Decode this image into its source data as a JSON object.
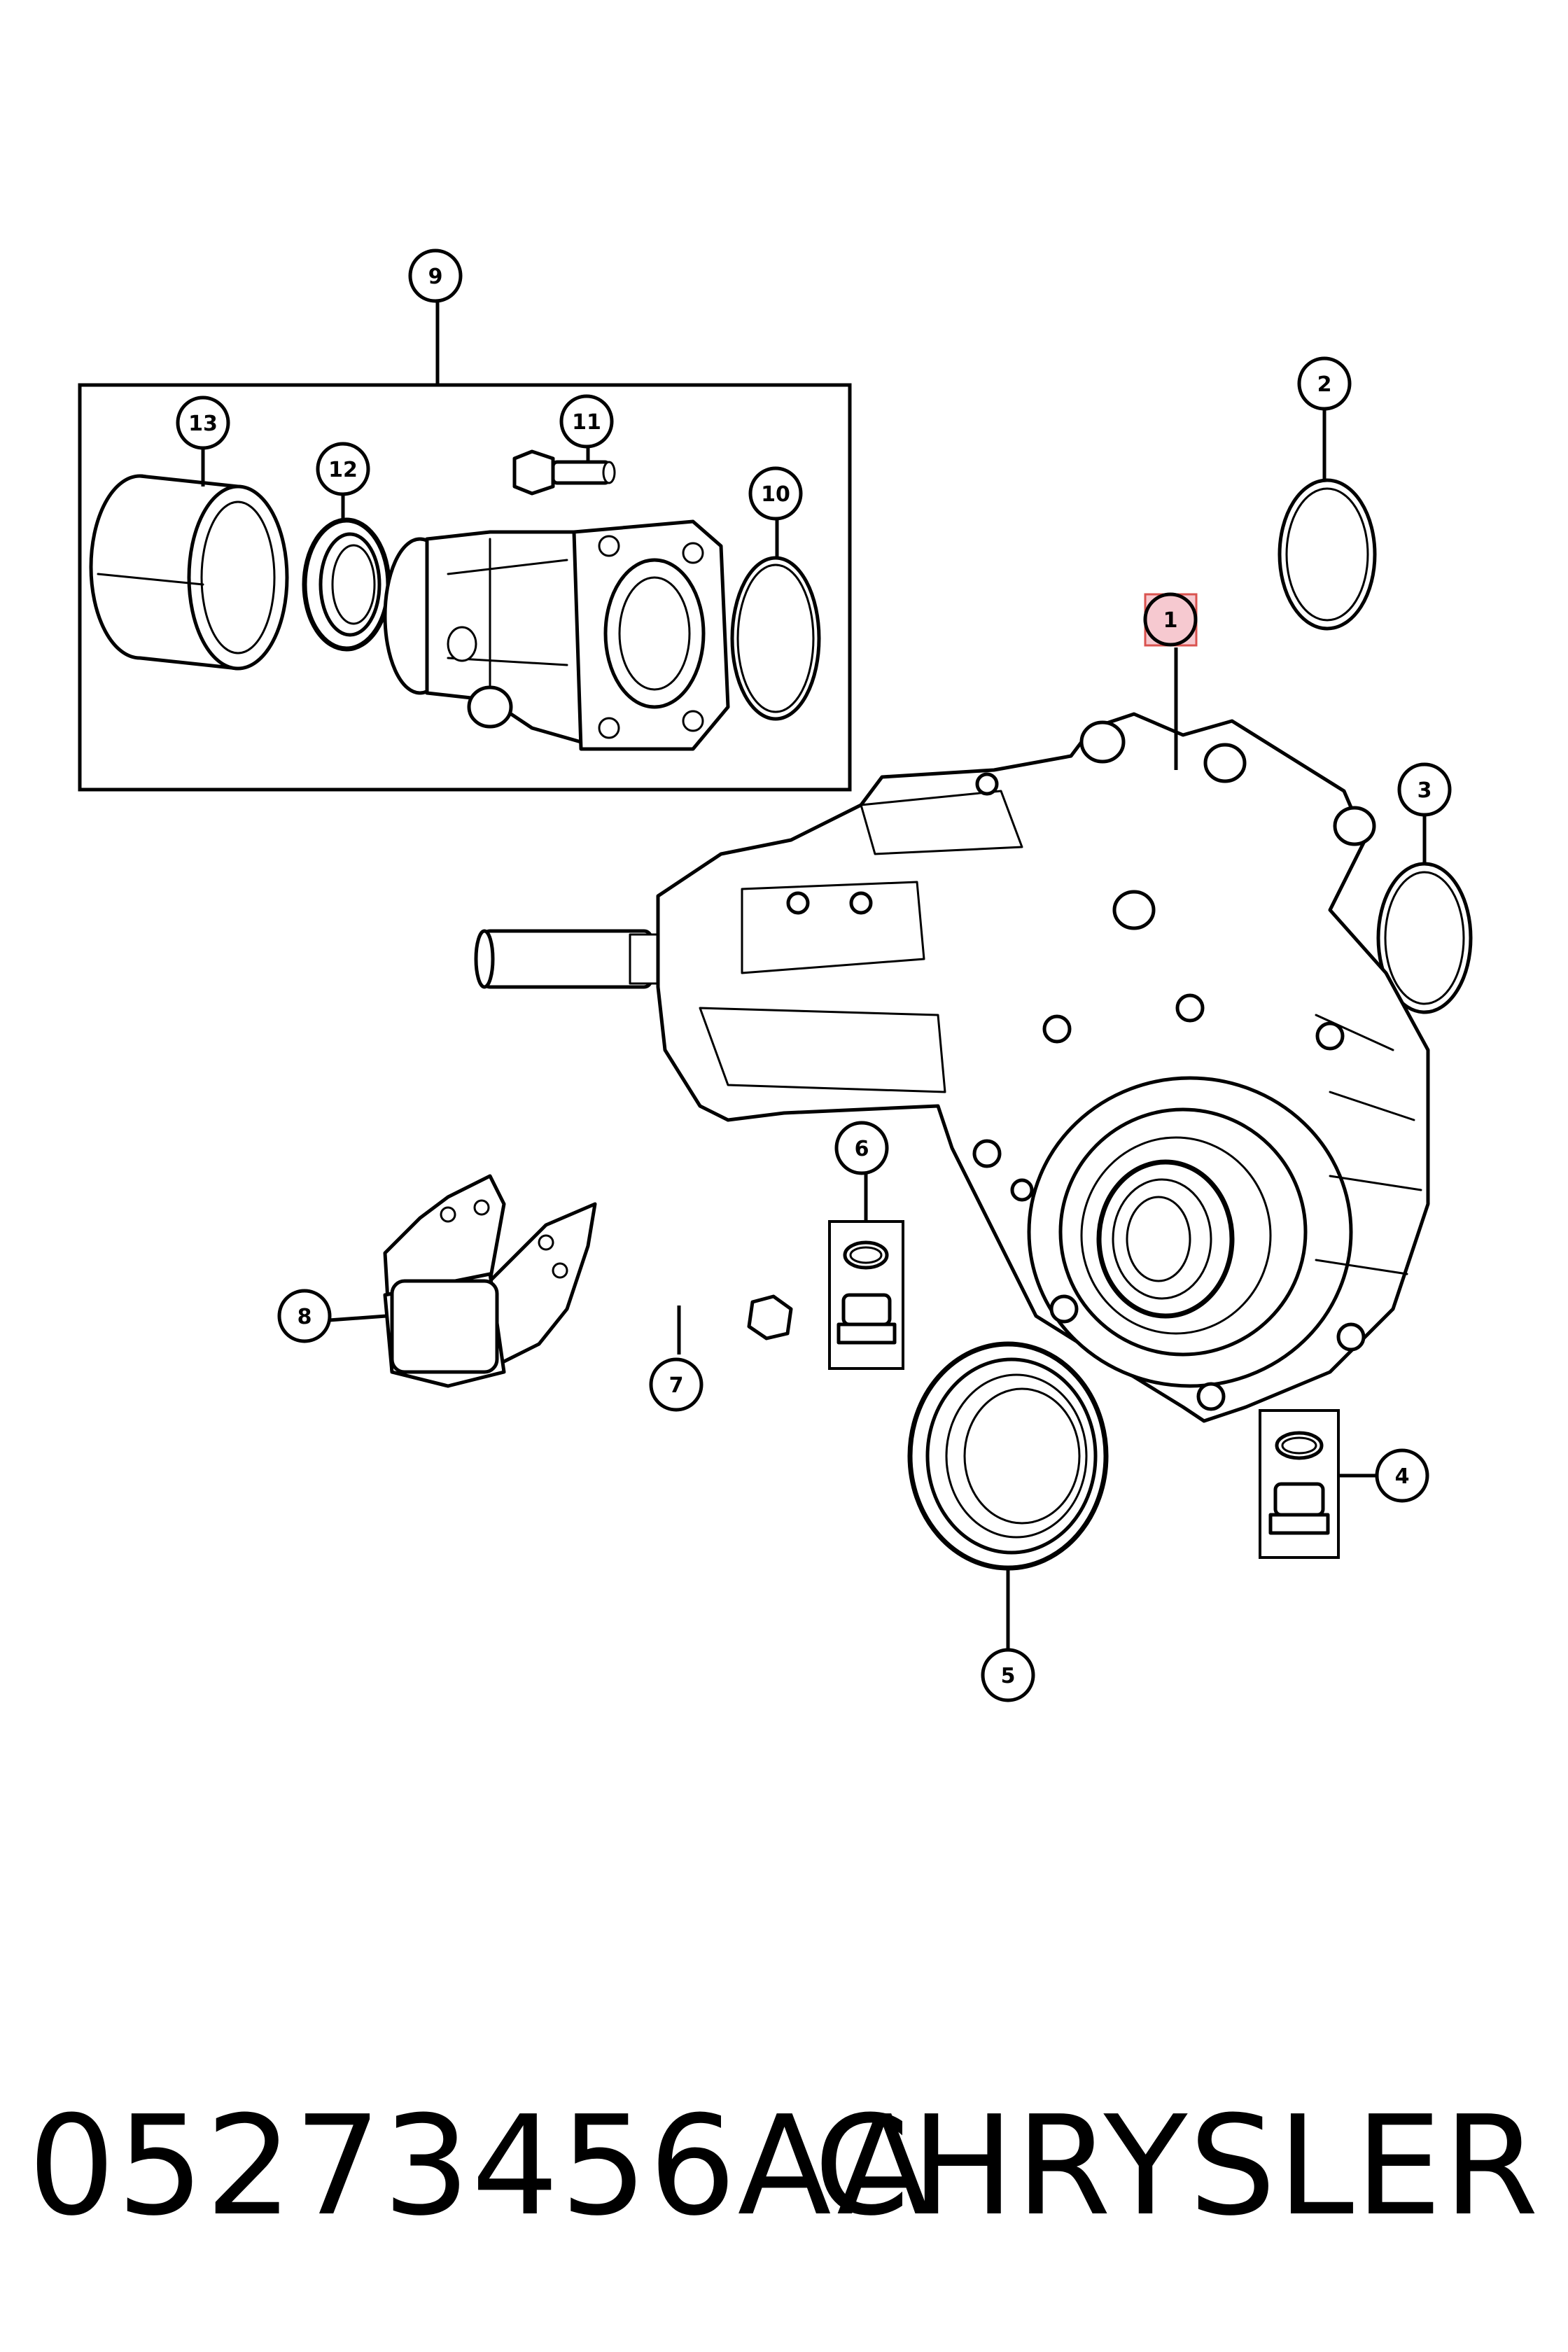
{
  "callouts": {
    "c1": "1",
    "c2": "2",
    "c3": "3",
    "c4": "4",
    "c5": "5",
    "c6": "6",
    "c7": "7",
    "c8": "8",
    "c9": "9",
    "c10": "10",
    "c11": "11",
    "c12": "12",
    "c13": "13"
  },
  "caption": {
    "part_number": "05273456AA",
    "brand": "CHRYSLER"
  },
  "colors": {
    "line": "#000000",
    "background": "#ffffff",
    "highlight_fill": "#f6c9d0",
    "highlight_stroke": "#d9534f"
  }
}
